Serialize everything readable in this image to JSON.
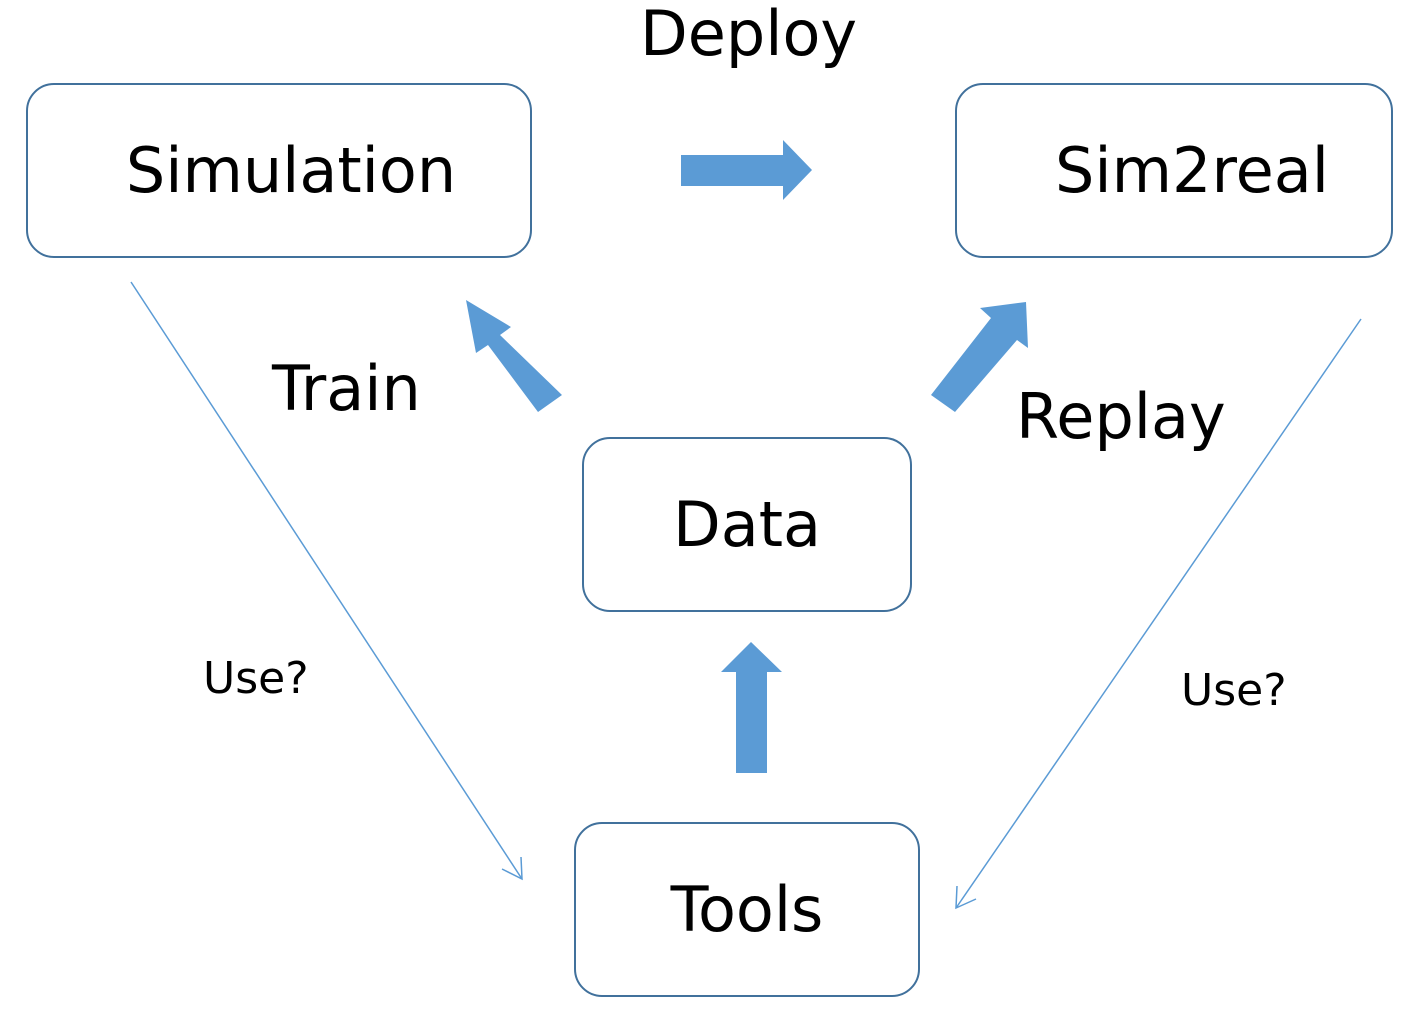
{
  "nodes": {
    "simulation": "Simulation",
    "sim2real": "Sim2real",
    "data": "Data",
    "tools": "Tools"
  },
  "edges": {
    "deploy": "Deploy",
    "train": "Train",
    "replay": "Replay",
    "use_left": "Use?",
    "use_right": "Use?"
  },
  "colors": {
    "box_border": "#41719c",
    "block_arrow": "#5b9bd5",
    "thin_arrow": "#5b9bd5",
    "text": "#000000"
  }
}
